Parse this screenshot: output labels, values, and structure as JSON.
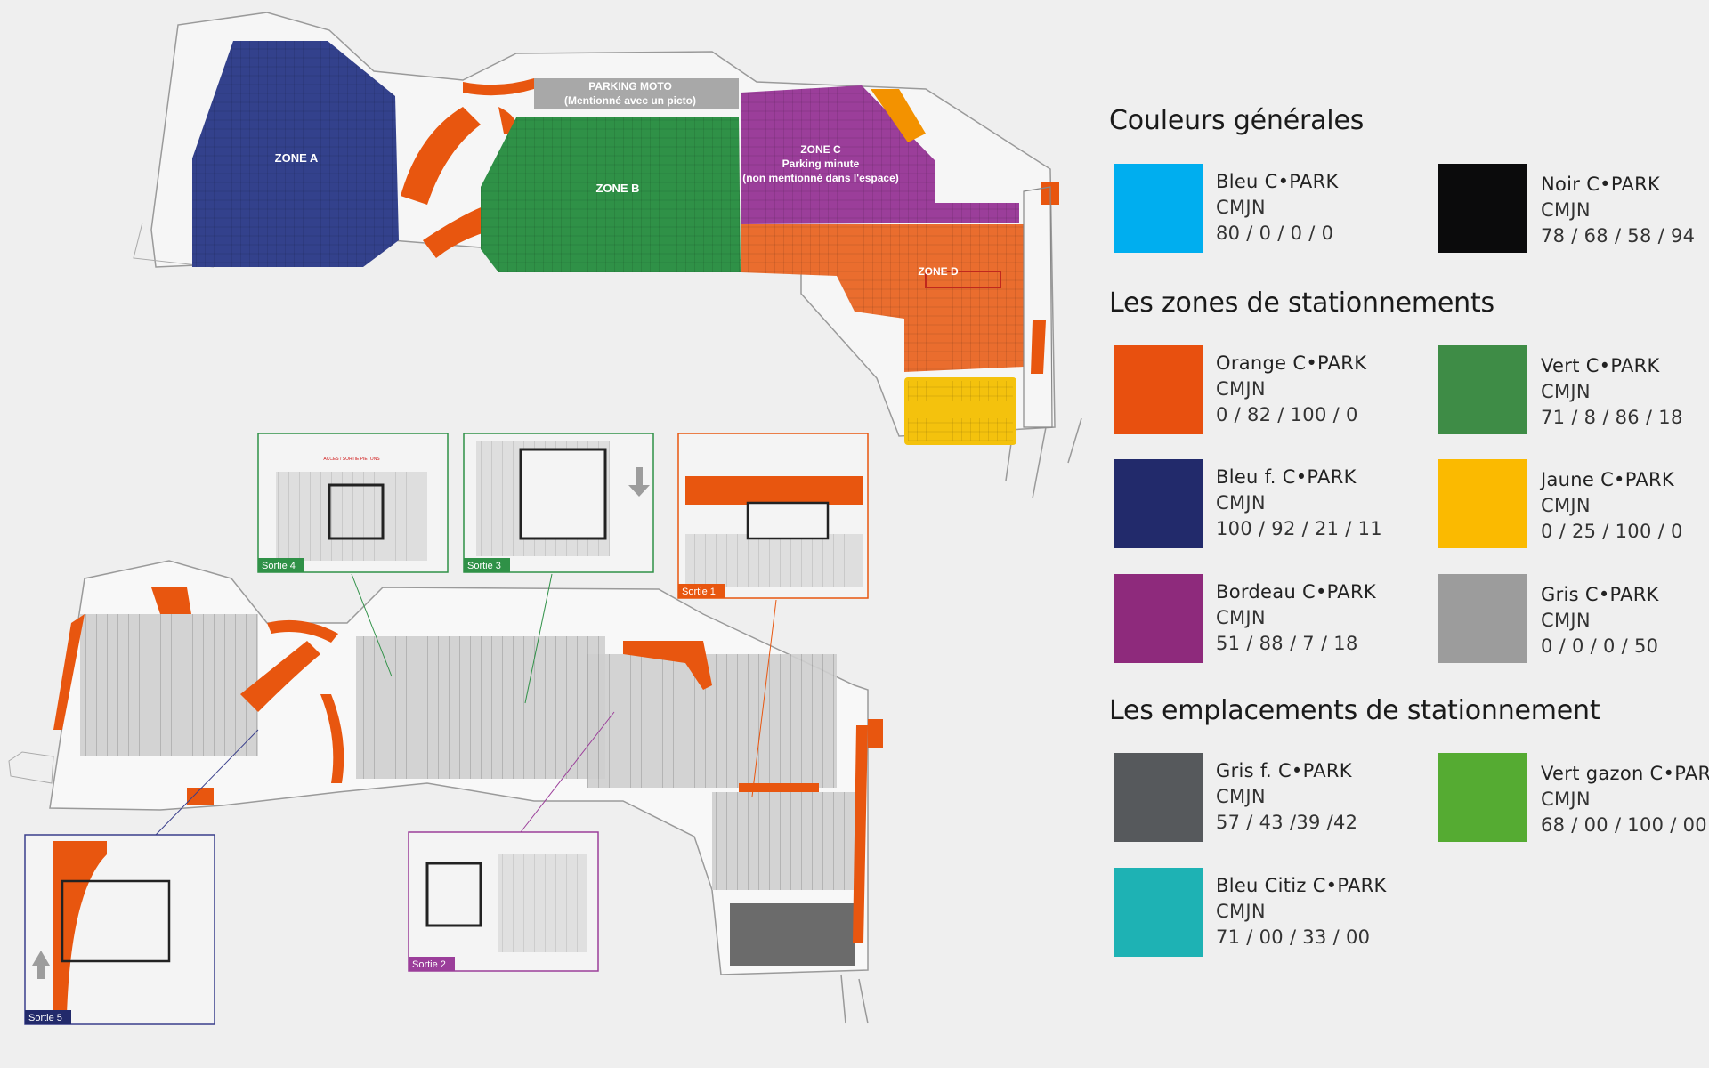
{
  "plan_top": {
    "labels": {
      "zone_a": "ZONE A",
      "zone_b": "ZONE B",
      "zone_c": [
        "ZONE C",
        "Parking minute",
        "(non mentionné dans l'espace)"
      ],
      "zone_d": "ZONE D",
      "moto": [
        "PARKING MOTO",
        "(Mentionné avec un picto)"
      ]
    }
  },
  "plan_bottom": {
    "callouts": [
      "Sortie 4",
      "Sortie 3",
      "Sortie 1",
      "Sortie 5",
      "Sortie 2"
    ],
    "access_label": "ACCES / SORTIE PIETONS"
  },
  "legend": {
    "sections": [
      {
        "title": "Couleurs générales",
        "swatches": [
          {
            "name": "Bleu C•PARK",
            "mode": "CMJN",
            "values": "80 / 0 / 0 / 0",
            "color": "#00AEEF"
          },
          {
            "name": "Noir C•PARK",
            "mode": "CMJN",
            "values": "78 / 68 / 58 / 94",
            "color": "#0B0B0C"
          }
        ]
      },
      {
        "title": "Les zones de stationnements",
        "swatches": [
          {
            "name": "Orange C•PARK",
            "mode": "CMJN",
            "values": "0 / 82 / 100 / 0",
            "color": "#E8500F"
          },
          {
            "name": "Vert C•PARK",
            "mode": "CMJN",
            "values": "71 / 8 / 86 / 18",
            "color": "#3E8C46"
          },
          {
            "name": "Bleu f. C•PARK",
            "mode": "CMJN",
            "values": "100 / 92 / 21 / 11",
            "color": "#222A6B"
          },
          {
            "name": "Jaune C•PARK",
            "mode": "CMJN",
            "values": "0 / 25 / 100 / 0",
            "color": "#FBBA00"
          },
          {
            "name": "Bordeau C•PARK",
            "mode": "CMJN",
            "values": "51 / 88 / 7 / 18",
            "color": "#8E2A7C"
          },
          {
            "name": "Gris C•PARK",
            "mode": "CMJN",
            "values": "0 / 0 / 0 / 50",
            "color": "#9C9C9C"
          }
        ]
      },
      {
        "title": "Les emplacements de stationnement",
        "swatches": [
          {
            "name": "Gris f. C•PARK",
            "mode": "CMJN",
            "values": "57 / 43 /39 /42",
            "color": "#56595C"
          },
          {
            "name": "Vert gazon C•PARK",
            "mode": "CMJN",
            "values": "68 / 00 / 100 / 00",
            "color": "#55AB32"
          },
          {
            "name": "Bleu Citiz C•PARK",
            "mode": "CMJN",
            "values": "71 / 00 / 33 / 00",
            "color": "#1EB2B4"
          }
        ]
      }
    ]
  }
}
